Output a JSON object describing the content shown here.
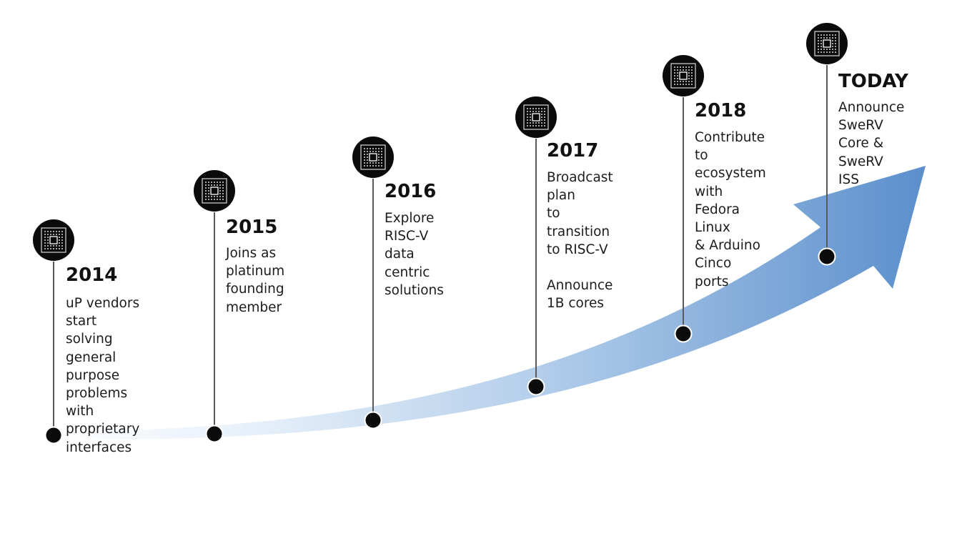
{
  "accent_colors": {
    "arrow_start": "#ffffff",
    "arrow_end": "#5b8fcc",
    "marker": "#0b0b0b",
    "stem": "#5a5a5a"
  },
  "icon": "chip-icon",
  "milestones": [
    {
      "id": "2014",
      "year": "2014",
      "text": "uP vendors start\nsolving general\npurpose problems\nwith proprietary\ninterfaces"
    },
    {
      "id": "2015",
      "year": "2015",
      "text": "Joins as platinum\nfounding member"
    },
    {
      "id": "2016",
      "year": "2016",
      "text": "Explore RISC-V\ndata centric\nsolutions"
    },
    {
      "id": "2017",
      "year": "2017",
      "text": "Broadcast plan\nto transition\nto RISC-V\n\nAnnounce\n1B cores"
    },
    {
      "id": "2018",
      "year": "2018",
      "text": "Contribute to\necosystem with\nFedora Linux\n& Arduino\nCinco ports"
    },
    {
      "id": "today",
      "year": "TODAY",
      "text": "Announce\nSweRV Core &\nSweRV ISS"
    }
  ]
}
